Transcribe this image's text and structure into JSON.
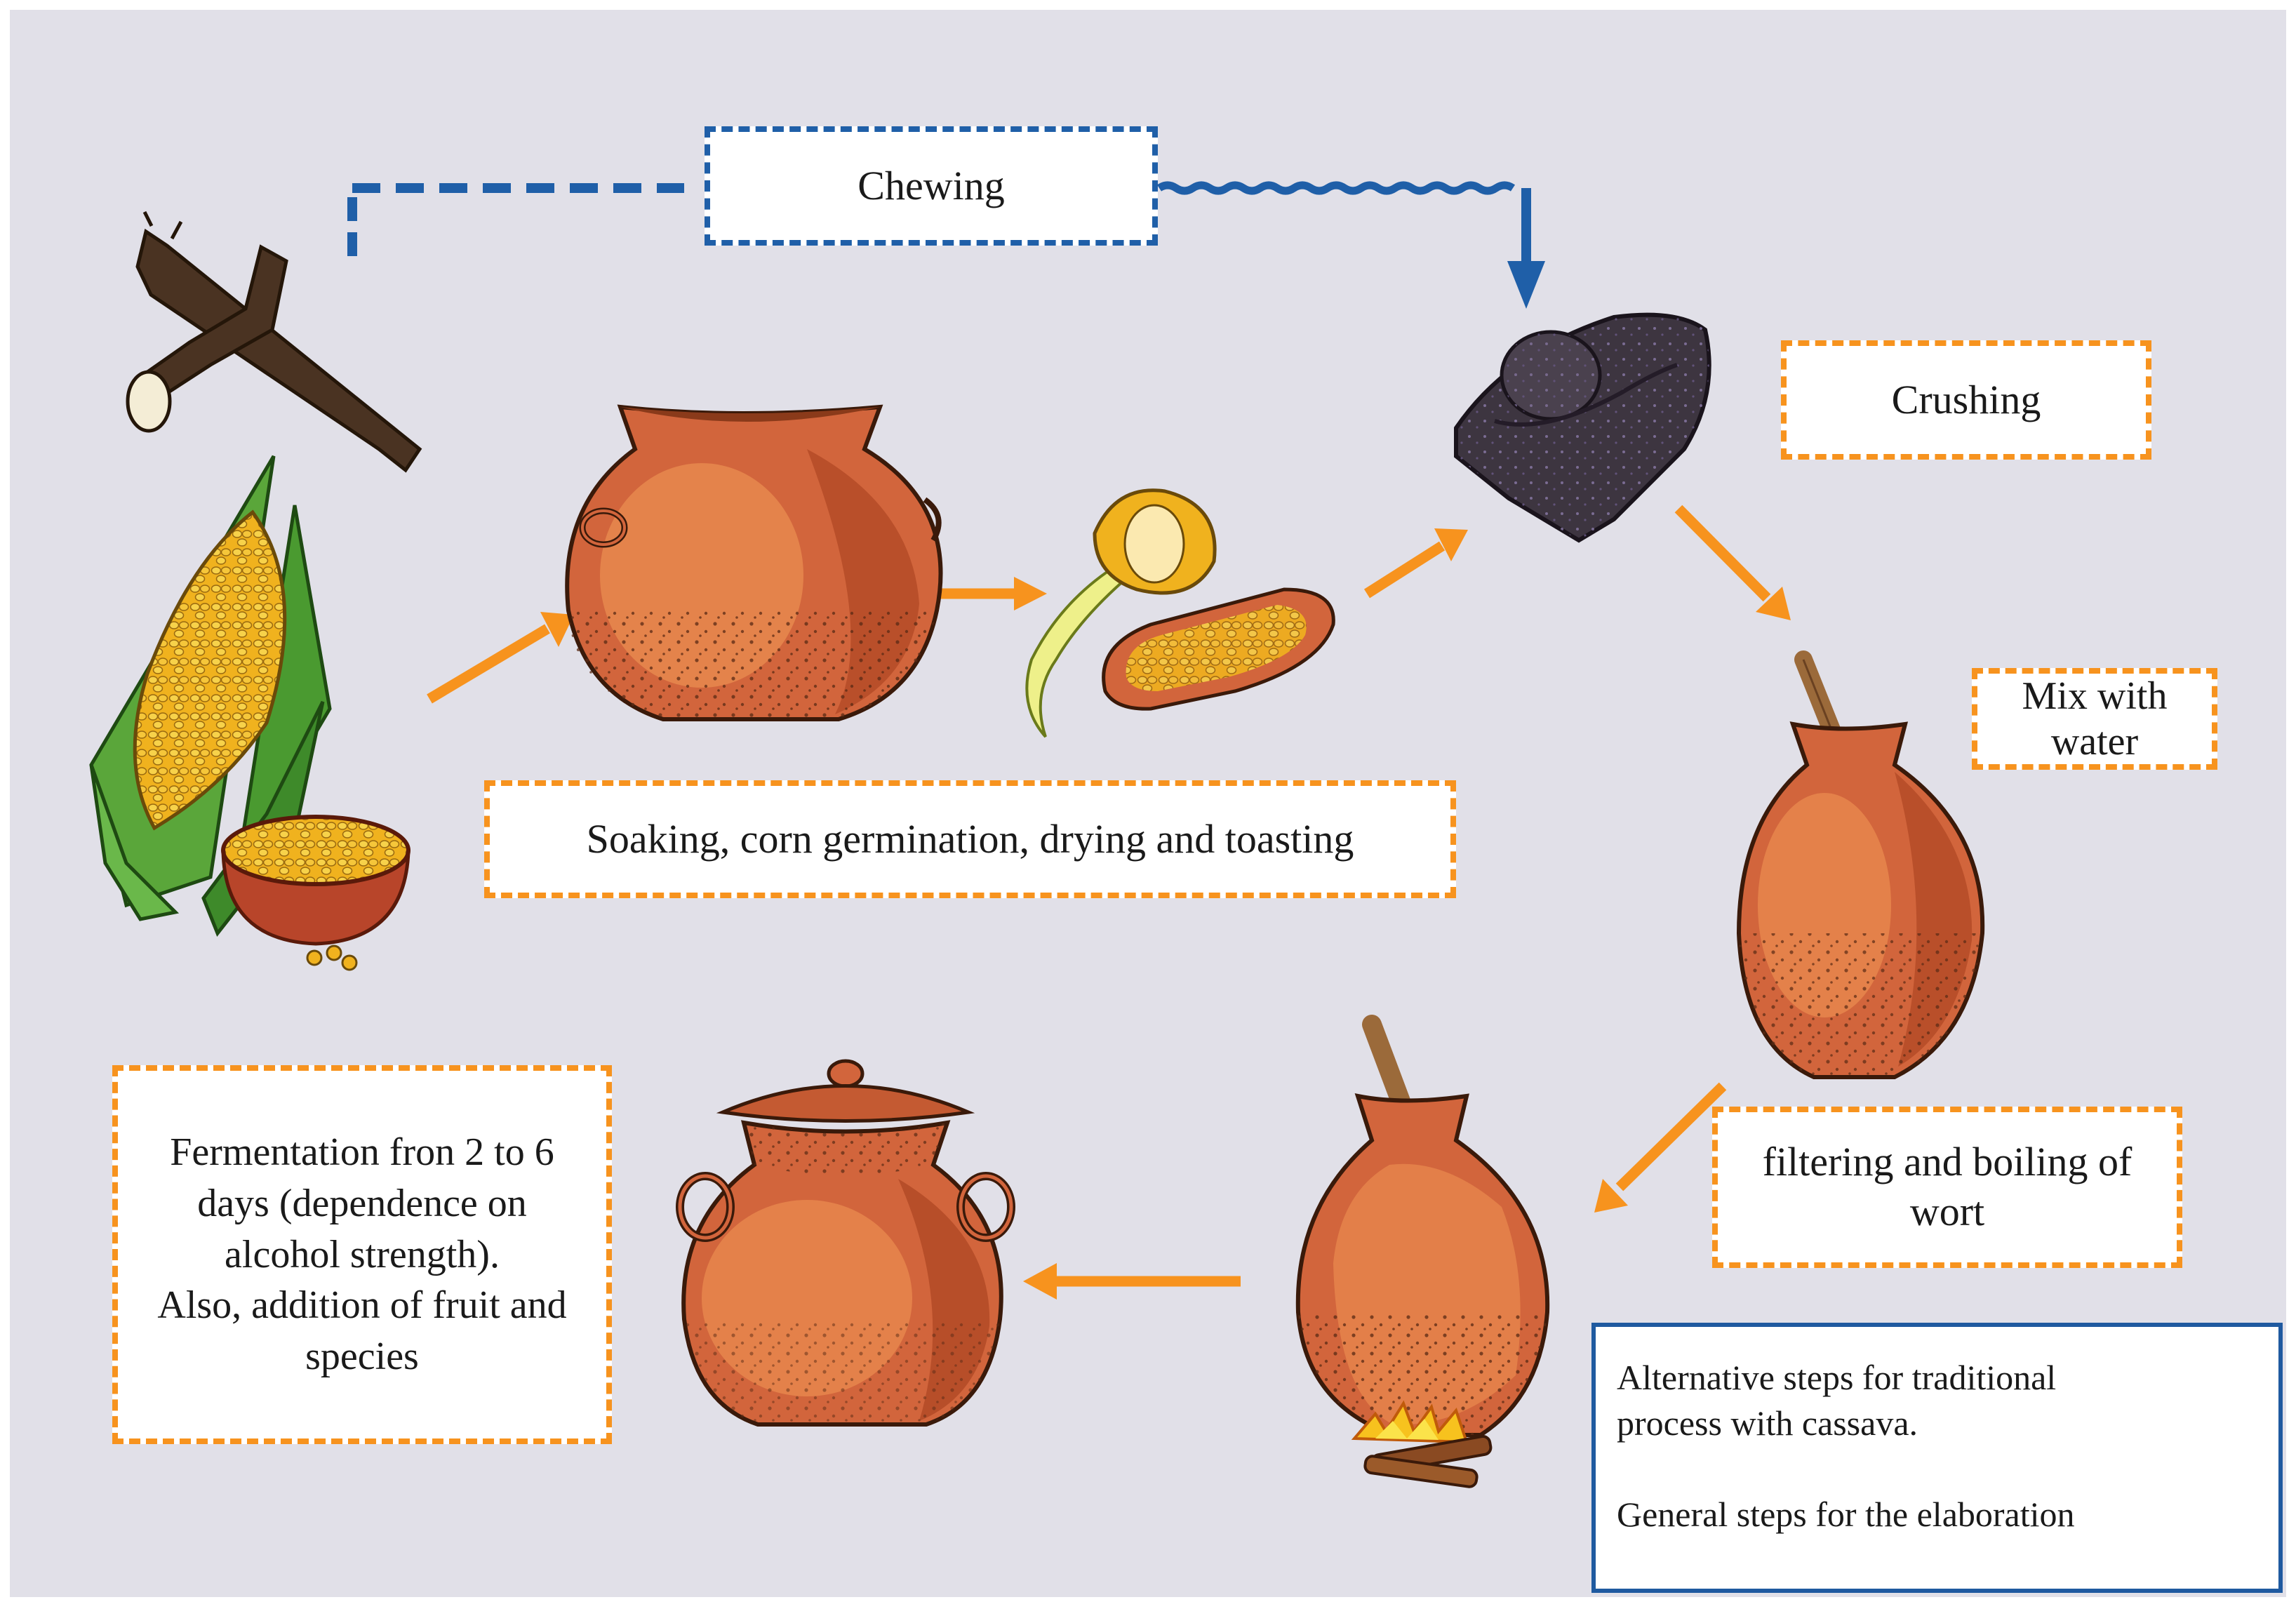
{
  "colors": {
    "background": "#e1e0e8",
    "general_step": "#f7931e",
    "alternative_step": "#1f5fa8",
    "legend_border": "#1f5aa0",
    "terracotta": "#d2653c"
  },
  "icons": [
    "cassava-root-icon",
    "corn-cob-icon",
    "corn-kernels-bowl-icon",
    "clay-pot-icon",
    "germinated-corn-icon",
    "grinding-stone-icon",
    "pot-with-spoon-icon",
    "pot-over-fire-icon",
    "lidded-pot-icon"
  ],
  "steps": {
    "chewing": "Chewing",
    "crushing": "Crushing",
    "soaking": "Soaking, corn germination, drying and toasting",
    "mix": [
      "Mix with",
      "water"
    ],
    "filtering": [
      "filtering and boiling of",
      "wort"
    ],
    "fermentation": [
      "Fermentation fron 2 to 6",
      "days (dependence on",
      "alcohol strength).",
      "Also, addition  of fruit and",
      "species"
    ]
  },
  "legend": {
    "alternative": [
      "Alternative steps for traditional",
      "process with cassava."
    ],
    "general": "General steps for the elaboration"
  }
}
